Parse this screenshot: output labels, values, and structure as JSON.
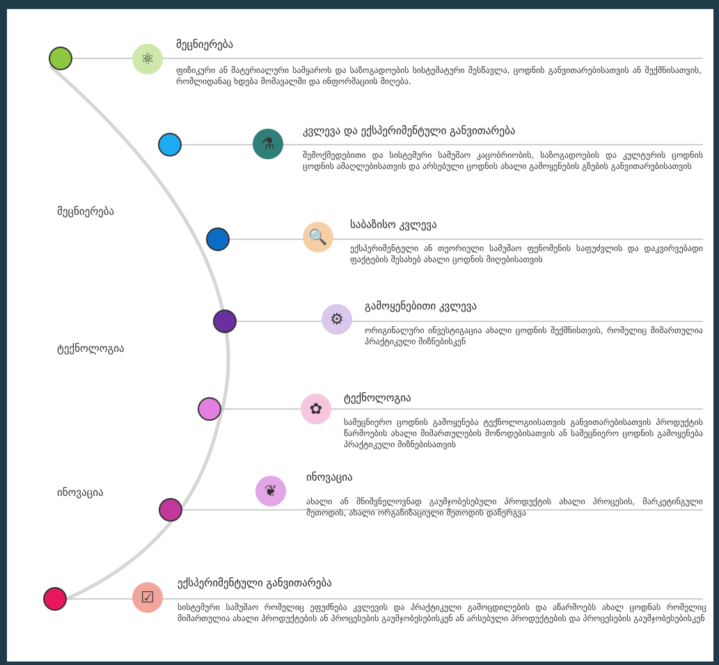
{
  "side_labels": [
    "მეცნიერება",
    "ტექნოლოგია",
    "ინოვაცია"
  ],
  "stages": [
    {
      "title": "მეცნიერება",
      "body": "ფიზიკური ან მატერიალური სამყაროს და საზოგადოების სისტემატური შესწავლა, ცოდნის განვითარებისათვის ან შექმნისათვის, რომლიდანაც ხდება მომავალში და ინფორმაციის მიღება.",
      "dot_color": "#8dc63f",
      "icon": "atom-icon",
      "icon_glyph": "⚛",
      "icon_bg": "#cde8a8"
    },
    {
      "title": "კვლევა და ექსპერიმენტული განვითარება",
      "body": "შემოქმედებითი და სისტემური სამუშაო კაცობრიობის, საზოგადოების და კულტურის ცოდნის ცოდნის ამაღლებისათვის და არსებული ცოდნის ახალი გამოყენების გზების განვითარებისათვის",
      "dot_color": "#1eaaf1",
      "icon": "research-icon",
      "icon_glyph": "⚗",
      "icon_bg": "#2f7f78"
    },
    {
      "title": "საბაზისო კვლევა",
      "body": "ექსპერიმენტული ან თეორიული სამუშაო ფენომენის საფუძვლის და დაკვირვებადი ფაქტების შესახებ ახალი ცოდნის მიღებისათვის",
      "dot_color": "#0b6cc4",
      "icon": "search-document-icon",
      "icon_glyph": "🔍",
      "icon_bg": "#f7cfa6"
    },
    {
      "title": "გამოყენებითი კვლევა",
      "body": "ორიგინალური ინვესტიგაცია ახალი ცოდნის შექმნისთვის, რომელიც მიმართულია პრაქტიკული მიზნებისკენ",
      "dot_color": "#6b2fa0",
      "icon": "applied-research-icon",
      "icon_glyph": "⚙",
      "icon_bg": "#d9c8ec"
    },
    {
      "title": "ტექნოლოგია",
      "body": "სამეცნიერო ცოდნის გამოყენება ტექნოლოგიისათვის განვითარებისათვის პროდუქტის წარმოების ახალი მიმართულების მოწოდებისათვის ან სამეცნიერო ცოდნის გამოყენება პრაქტიკული მიზნებისათვის",
      "dot_color": "#e37fe0",
      "icon": "technology-icon",
      "icon_glyph": "✿",
      "icon_bg": "#f6c6de"
    },
    {
      "title": "ინოვაცია",
      "body": "ახალი ან მნიშვნელოვნად გაუმჯობესებული პროდუქტის ახალი პროცესის, მარკეტინგული მეთოდის, ახალი ორგანიზაციული მეთოდის დანერგვა",
      "dot_color": "#c2379a",
      "icon": "innovation-icon",
      "icon_glyph": "❦",
      "icon_bg": "#e3a5e6"
    },
    {
      "title": "ექსპერიმენტული განვითარება",
      "body": "სისტემური სამუშაო რომელიც ეფუძნება კვლევის და პრაქტიკული გამოცდილების და აწარმოებს ახალ ცოდნას რომელიც მიმართულია ახალი პროდუქტების ან პროცესების გაუმჯობესებისკენ ან არსებული პროდუქტების და პროცესების გაუმჯობესებისკენ",
      "dot_color": "#e8175d",
      "icon": "checklist-icon",
      "icon_glyph": "☑",
      "icon_bg": "#f2a59a"
    }
  ]
}
